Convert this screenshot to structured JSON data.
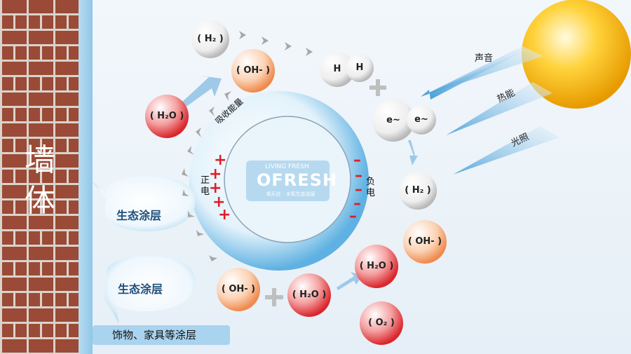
{
  "wall_label": "墙体",
  "coating_labels": [
    "生态涂层",
    "生态涂层"
  ],
  "furniture_label": "饰物、家具等涂层",
  "absorb_label": "吸收能量",
  "positive_label": "正电",
  "negative_label": "负电",
  "logo": {
    "tagline": "LIVING FRESH",
    "brand": "OFRESH",
    "sub": "氧乐社 · 水氧生态涂层"
  },
  "energy_labels": [
    "声音",
    "热能",
    "光照"
  ],
  "molecules": [
    {
      "id": "h2-top",
      "text": "( H₂ )",
      "color": "white"
    },
    {
      "id": "oh-top",
      "text": "( OH- )",
      "color": "orange"
    },
    {
      "id": "h2o-left",
      "text": "( H₂O )",
      "color": "red"
    },
    {
      "id": "h-a",
      "text": "H",
      "color": "white"
    },
    {
      "id": "h-b",
      "text": "H",
      "color": "white"
    },
    {
      "id": "e-a",
      "text": "e~",
      "color": "white"
    },
    {
      "id": "e-b",
      "text": "e~",
      "color": "white"
    },
    {
      "id": "h2-right",
      "text": "( H₂ )",
      "color": "white"
    },
    {
      "id": "oh-right",
      "text": "( OH- )",
      "color": "orange"
    },
    {
      "id": "h2o-right",
      "text": "( H₂O )",
      "color": "red"
    },
    {
      "id": "oh-bottom",
      "text": "( OH- )",
      "color": "orange"
    },
    {
      "id": "h2o-bottom",
      "text": "( H₂O )",
      "color": "red"
    },
    {
      "id": "o2",
      "text": "( O₂ )",
      "color": "red"
    }
  ],
  "colors": {
    "accent": "#8fc7e8",
    "plus": "#e01e28",
    "sun": "#f7b500"
  }
}
